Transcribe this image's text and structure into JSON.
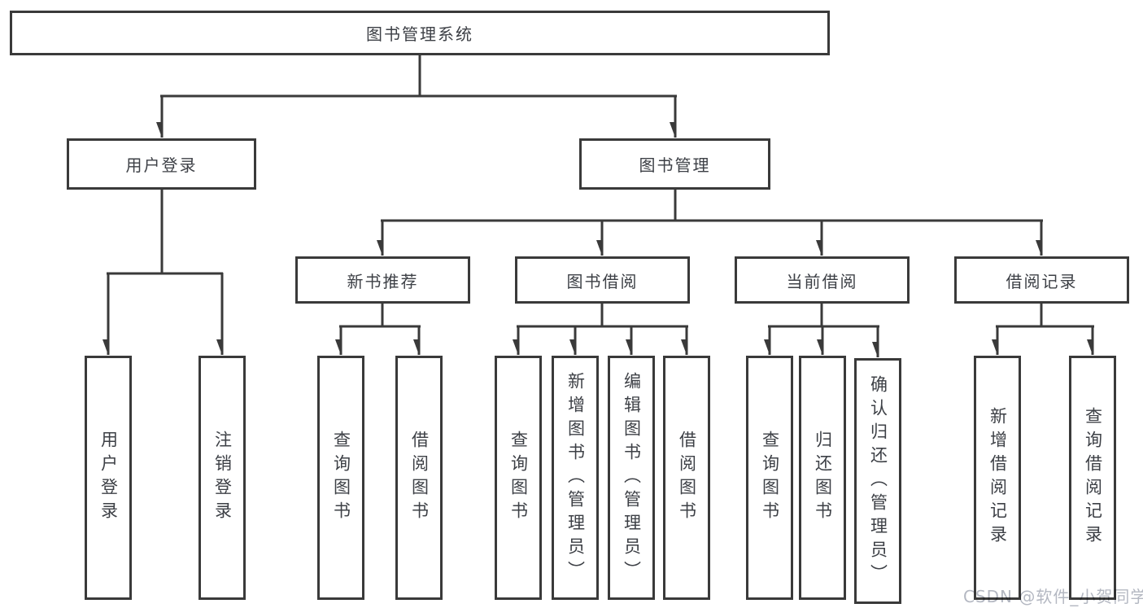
{
  "diagram_title": "图书管理系统",
  "nodes": {
    "root": {
      "label": "图书管理系统"
    },
    "user_login": {
      "label": "用户登录",
      "children": [
        {
          "label": "用户登录"
        },
        {
          "label": "注销登录"
        }
      ]
    },
    "book_management": {
      "label": "图书管理",
      "sections": [
        {
          "label": "新书推荐",
          "children": [
            {
              "label": "查询图书"
            },
            {
              "label": "借阅图书"
            }
          ]
        },
        {
          "label": "图书借阅",
          "children": [
            {
              "label": "查询图书"
            },
            {
              "label": "新增图书（管理员）"
            },
            {
              "label": "编辑图书（管理员）"
            },
            {
              "label": "借阅图书"
            }
          ]
        },
        {
          "label": "当前借阅",
          "children": [
            {
              "label": "查询图书"
            },
            {
              "label": "归还图书"
            },
            {
              "label": "确认归还（管理员）"
            }
          ]
        },
        {
          "label": "借阅记录",
          "children": [
            {
              "label": "新增借阅记录"
            },
            {
              "label": "查询借阅记录"
            }
          ]
        }
      ]
    }
  },
  "watermark": "CSDN @软件_小贺同学",
  "colors": {
    "line": "#3a3a3a",
    "text": "#3d4046",
    "background": "#ffffff",
    "watermark": "#b4b8c2"
  }
}
